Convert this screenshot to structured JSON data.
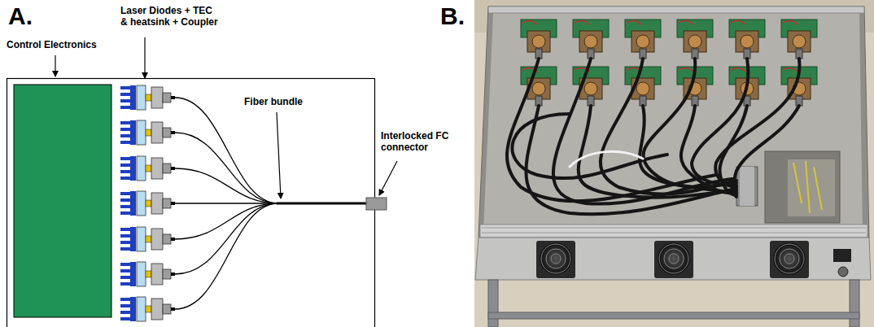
{
  "diagram": {
    "labels": [
      "A.",
      "Control Electronics",
      "Laser Diodes + TEC & heatsink + Coupler",
      "Fiber bundle",
      "Interlocked FC connector",
      "B."
    ]
  }
}
